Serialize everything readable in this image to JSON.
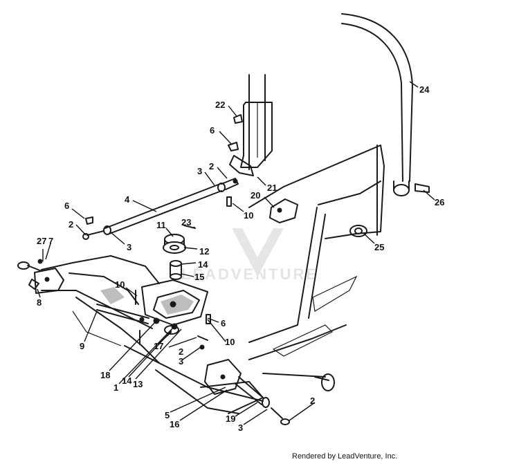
{
  "watermark": {
    "text": "LEADVENTURE"
  },
  "footer": {
    "text": "Rendered by LeadVenture, Inc."
  },
  "callouts": {
    "c_22": "22",
    "c_6a": "6",
    "c_3a": "3",
    "c_2a": "2",
    "c_21": "21",
    "c_24": "24",
    "c_26": "26",
    "c_4": "4",
    "c_20": "20",
    "c_10a": "10",
    "c_6b": "6",
    "c_2b": "2",
    "c_11": "11",
    "c_23": "23",
    "c_25": "25",
    "c_3b": "3",
    "c_12": "12",
    "c_27": "27",
    "c_7": "7",
    "c_14a": "14",
    "c_15": "15",
    "c_8": "8",
    "c_10b": "10",
    "c_6c": "6",
    "c_9": "9",
    "c_10c": "10",
    "c_2c": "2",
    "c_17": "17",
    "c_3c": "3",
    "c_18": "18",
    "c_14b": "14",
    "c_13": "13",
    "c_1": "1",
    "c_2d": "2",
    "c_5": "5",
    "c_16": "16",
    "c_19": "19",
    "c_3d": "3"
  }
}
